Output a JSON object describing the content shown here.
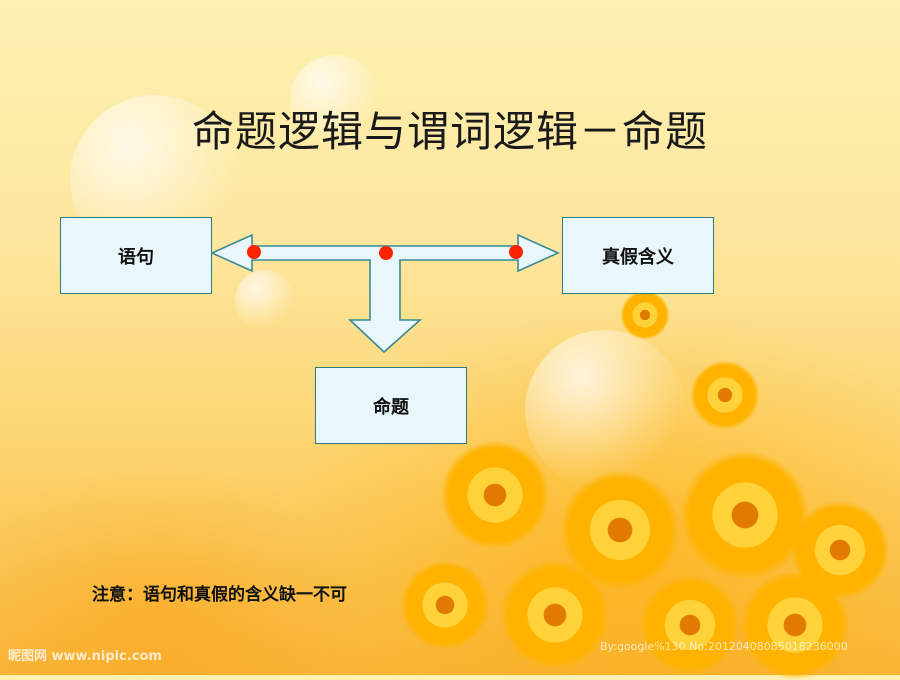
{
  "slide": {
    "title": "命题逻辑与谓词逻辑－命题"
  },
  "diagram": {
    "nodes": {
      "sentence": "语句",
      "truth_meaning": "真假含义",
      "proposition": "命题"
    },
    "note": "注意：语句和真假的含义缺一不可"
  },
  "watermark": {
    "left": "昵图网 www.nipic.com",
    "right": "By:google%130 No:20120408085018236000"
  },
  "colors": {
    "arrow_fill": "#e9f6fb",
    "arrow_stroke": "#3c8a96",
    "dot": "#ff2200",
    "box_bg": "#e9f6fb",
    "box_border": "#2e7a7f"
  }
}
